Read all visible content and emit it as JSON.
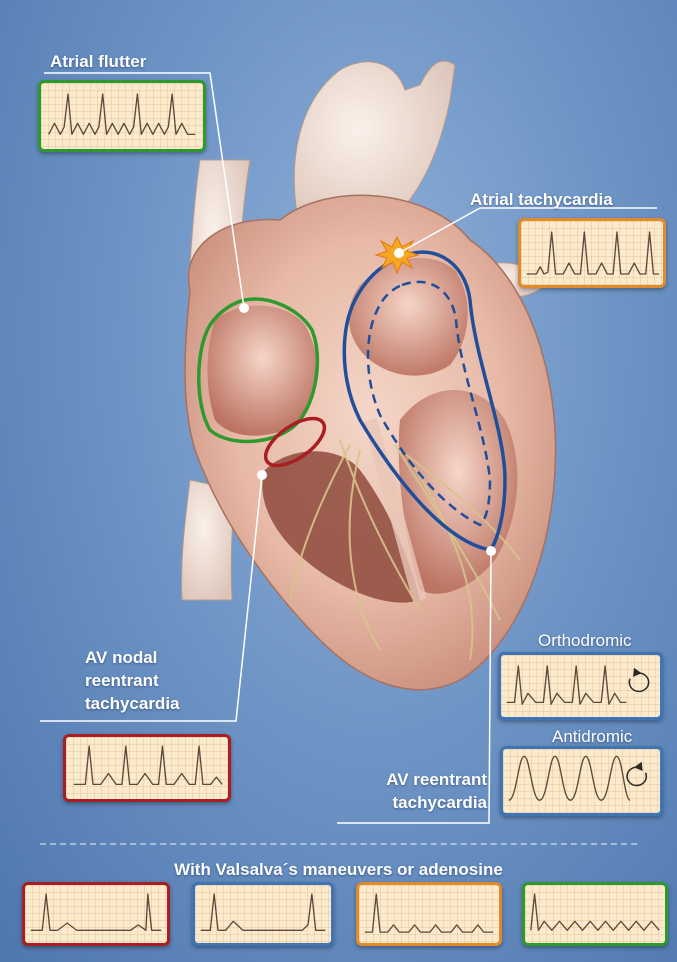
{
  "labels": {
    "atrial_flutter": "Atrial flutter",
    "atrial_tachycardia": "Atrial tachycardia",
    "av_nodal_1": "AV nodal",
    "av_nodal_2": "reentrant",
    "av_nodal_3": "tachycardia",
    "orthodromic": "Orthodromic",
    "antidromic": "Antidromic",
    "av_reentrant_1": "AV reentrant",
    "av_reentrant_2": "tachycardia",
    "bottom_title": "With Valsalva´s maneuvers or adenosine"
  },
  "colors": {
    "background": "#6f95c6",
    "flutter_circuit": "#2e9a2e",
    "atrial_tachy_focus": "#e08a2c",
    "av_nodal_circuit": "#a81e23",
    "av_reentrant_circuit": "#1f4f9a",
    "ecg_paper": "#fbeacb"
  },
  "icons": {
    "orthodromic": "clockwise-arrow-icon",
    "antidromic": "counterclockwise-arrow-icon",
    "focus": "starburst-icon"
  }
}
